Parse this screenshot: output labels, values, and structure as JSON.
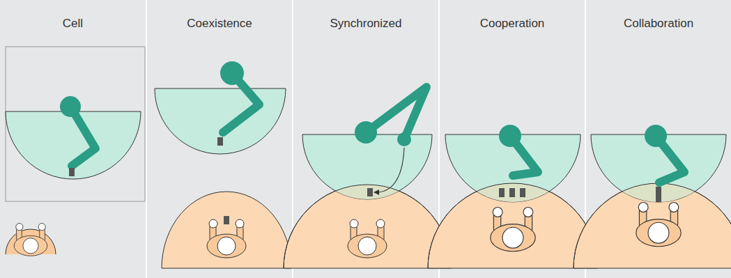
{
  "diagram": {
    "nodes": [
      {
        "text": [
          "Cell"
        ]
      },
      {
        "text": [
          "Coexistence"
        ]
      },
      {
        "text": [
          "Synchronized"
        ]
      },
      {
        "text": [
          "Cooperation"
        ]
      },
      {
        "text": [
          "Collaboration"
        ]
      }
    ]
  }
}
